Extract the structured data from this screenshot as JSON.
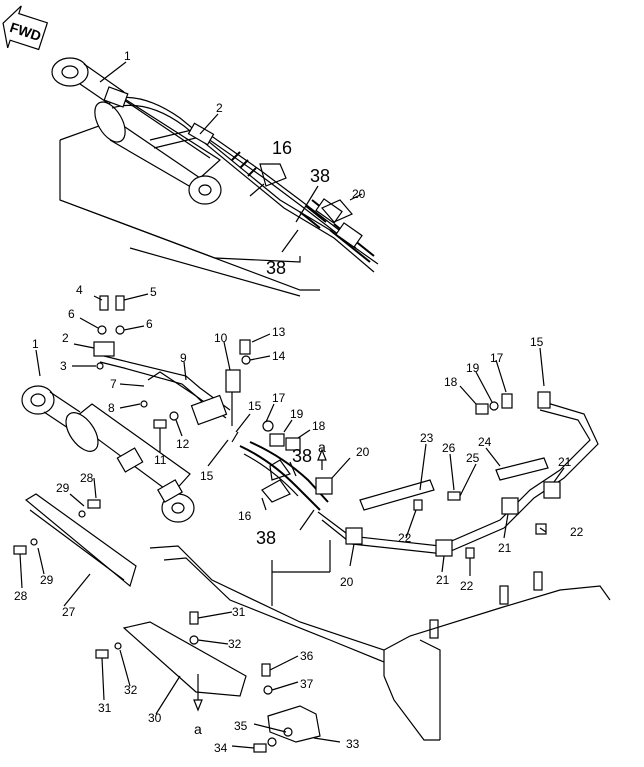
{
  "fwd_label": "FWD",
  "callouts_top": [
    {
      "id": "t1",
      "text": "1"
    },
    {
      "id": "t2",
      "text": "2"
    },
    {
      "id": "t16",
      "text": "16"
    },
    {
      "id": "t38a",
      "text": "38"
    },
    {
      "id": "t20",
      "text": "20"
    },
    {
      "id": "t38b",
      "text": "38"
    }
  ],
  "callouts_bottom": [
    {
      "id": "b1",
      "text": "1"
    },
    {
      "id": "b2",
      "text": "2"
    },
    {
      "id": "b3",
      "text": "3"
    },
    {
      "id": "b4",
      "text": "4"
    },
    {
      "id": "b5",
      "text": "5"
    },
    {
      "id": "b6a",
      "text": "6"
    },
    {
      "id": "b6b",
      "text": "6"
    },
    {
      "id": "b7",
      "text": "7"
    },
    {
      "id": "b8",
      "text": "8"
    },
    {
      "id": "b9",
      "text": "9"
    },
    {
      "id": "b10",
      "text": "10"
    },
    {
      "id": "b11",
      "text": "11"
    },
    {
      "id": "b12",
      "text": "12"
    },
    {
      "id": "b13",
      "text": "13"
    },
    {
      "id": "b14",
      "text": "14"
    },
    {
      "id": "b15a",
      "text": "15"
    },
    {
      "id": "b15b",
      "text": "15"
    },
    {
      "id": "b15c",
      "text": "15"
    },
    {
      "id": "b16",
      "text": "16"
    },
    {
      "id": "b17a",
      "text": "17"
    },
    {
      "id": "b17b",
      "text": "17"
    },
    {
      "id": "b18a",
      "text": "18"
    },
    {
      "id": "b18b",
      "text": "18"
    },
    {
      "id": "b19a",
      "text": "19"
    },
    {
      "id": "b19b",
      "text": "19"
    },
    {
      "id": "b20a",
      "text": "20"
    },
    {
      "id": "b20b",
      "text": "20"
    },
    {
      "id": "b21a",
      "text": "21"
    },
    {
      "id": "b21b",
      "text": "21"
    },
    {
      "id": "b21c",
      "text": "21"
    },
    {
      "id": "b22a",
      "text": "22"
    },
    {
      "id": "b22b",
      "text": "22"
    },
    {
      "id": "b22c",
      "text": "22"
    },
    {
      "id": "b23",
      "text": "23"
    },
    {
      "id": "b24",
      "text": "24"
    },
    {
      "id": "b25",
      "text": "25"
    },
    {
      "id": "b26",
      "text": "26"
    },
    {
      "id": "b27",
      "text": "27"
    },
    {
      "id": "b28a",
      "text": "28"
    },
    {
      "id": "b28b",
      "text": "28"
    },
    {
      "id": "b29a",
      "text": "29"
    },
    {
      "id": "b29b",
      "text": "29"
    },
    {
      "id": "b30",
      "text": "30"
    },
    {
      "id": "b31a",
      "text": "31"
    },
    {
      "id": "b31b",
      "text": "31"
    },
    {
      "id": "b32a",
      "text": "32"
    },
    {
      "id": "b32b",
      "text": "32"
    },
    {
      "id": "b33",
      "text": "33"
    },
    {
      "id": "b34",
      "text": "34"
    },
    {
      "id": "b35",
      "text": "35"
    },
    {
      "id": "b36",
      "text": "36"
    },
    {
      "id": "b37",
      "text": "37"
    },
    {
      "id": "b38a",
      "text": "38"
    },
    {
      "id": "b38b",
      "text": "38"
    },
    {
      "id": "ba1",
      "text": "a"
    },
    {
      "id": "ba2",
      "text": "a"
    }
  ]
}
